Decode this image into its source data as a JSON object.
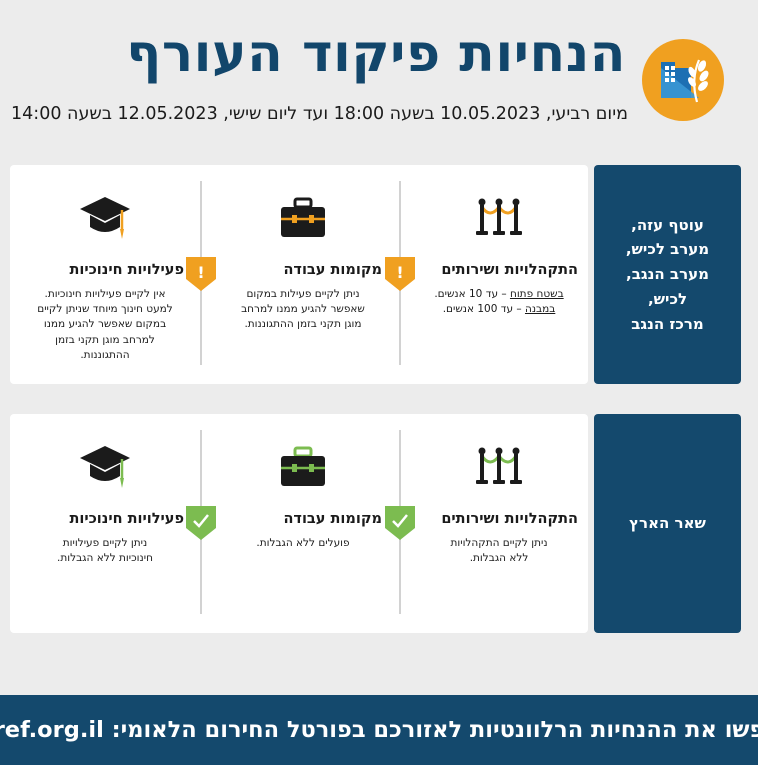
{
  "header": {
    "title": "הנחיות פיקוד העורף",
    "subtitle": "מיום רביעי, 10.05.2023 בשעה 18:00 ועד ליום שישי, 12.05.2023 בשעה 14:00",
    "logo_icon": "home-front-command-logo-icon"
  },
  "colors": {
    "brand_blue": "#14496d",
    "title_blue": "#12466b",
    "warning_orange": "#f0a020",
    "ok_green": "#7cbc50",
    "logo_orange": "#f0a020"
  },
  "rows": [
    {
      "region": "עוטף עזה,\nמערב לכיש,\nמערב הנגב,\nלכיש,\nמרכז הנגב",
      "gatherings": {
        "title": "התקהלויות ושירותים",
        "line1_underlined": "בשטח פתוח",
        "line1_rest": " – עד 10 אנשים.",
        "line2_underlined": "במבנה",
        "line2_rest": " – עד 100 אנשים.",
        "icon": "stanchion-icon",
        "status": "warning"
      },
      "workplaces": {
        "title": "מקומות עבודה",
        "lines": [
          "ניתן לקיים פעילות במקום",
          "שאפשר להגיע ממנו למרחב",
          "מוגן תקני בזמן ההתגוננות."
        ],
        "icon": "briefcase-icon",
        "status": "warning"
      },
      "education": {
        "title": "פעילויות חינוכיות",
        "lines": [
          "אין לקיים פעילויות חינוכיות.",
          "למעט חינוך מיוחד שניתן לקיים",
          "במקום שאפשר להגיע ממנו",
          "למרחב מוגן תקני בזמן",
          "ההתגוננות."
        ],
        "icon": "graduation-cap-icon"
      }
    },
    {
      "region": "שאר הארץ",
      "gatherings": {
        "title": "התקהלויות ושירותים",
        "lines": [
          "ניתן לקיים התקהלויות",
          "ללא הגבלות."
        ],
        "icon": "stanchion-icon",
        "status": "ok"
      },
      "workplaces": {
        "title": "מקומות עבודה",
        "lines": [
          "פועלים ללא הגבלות."
        ],
        "icon": "briefcase-icon",
        "status": "ok"
      },
      "education": {
        "title": "פעילויות חינוכיות",
        "lines": [
          "ניתן לקיים פעילויות",
          "חינוכיות ללא הגבלות."
        ],
        "icon": "graduation-cap-icon"
      }
    }
  ],
  "footer": {
    "text": "חפשו את ההנחיות הרלוונטיות לאזורכם בפורטל החירום הלאומי: ",
    "url": "oref.org.il"
  }
}
